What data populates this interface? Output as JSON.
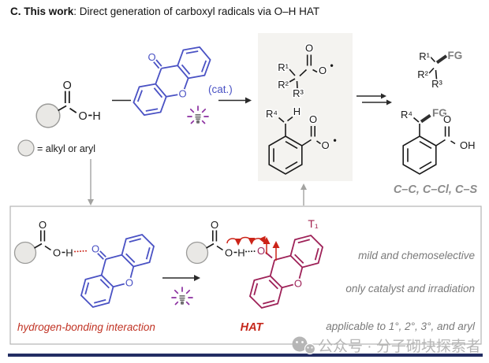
{
  "title": {
    "bold": "C. This work",
    "rest": ": Direct generation of carboxyl radicals via O–H HAT"
  },
  "scheme": {
    "legend": "= alkyl or aryl",
    "catalyst_label": "(cat.)",
    "bond_types": "C–C, C–Cl, C–S"
  },
  "atoms": {
    "O": "O",
    "H": "H",
    "OH": "OH",
    "dot": "•",
    "R1": "R¹",
    "R2": "R²",
    "R3": "R³",
    "R4": "R⁴",
    "FG": "FG",
    "T1": "T₁"
  },
  "mech": {
    "hbond_label": "hydrogen-bonding interaction",
    "hat_label": "HAT",
    "features": [
      "mild and chemoselective",
      "only catalyst and irradiation",
      "applicable to 1°, 2°, 3°, and aryl"
    ]
  },
  "watermark": {
    "text": "公众号 · 分子砌块探索者"
  },
  "colors": {
    "catalyst_blue": "#4a52c4",
    "triplet_maroon": "#9e2258",
    "highlight_red": "#cc2418",
    "panel_gray": "#f4f3f0",
    "feature_text_gray": "#7a7a7a",
    "navy_bar": "#232d63",
    "bulb_purple": "#8b2fa0"
  }
}
